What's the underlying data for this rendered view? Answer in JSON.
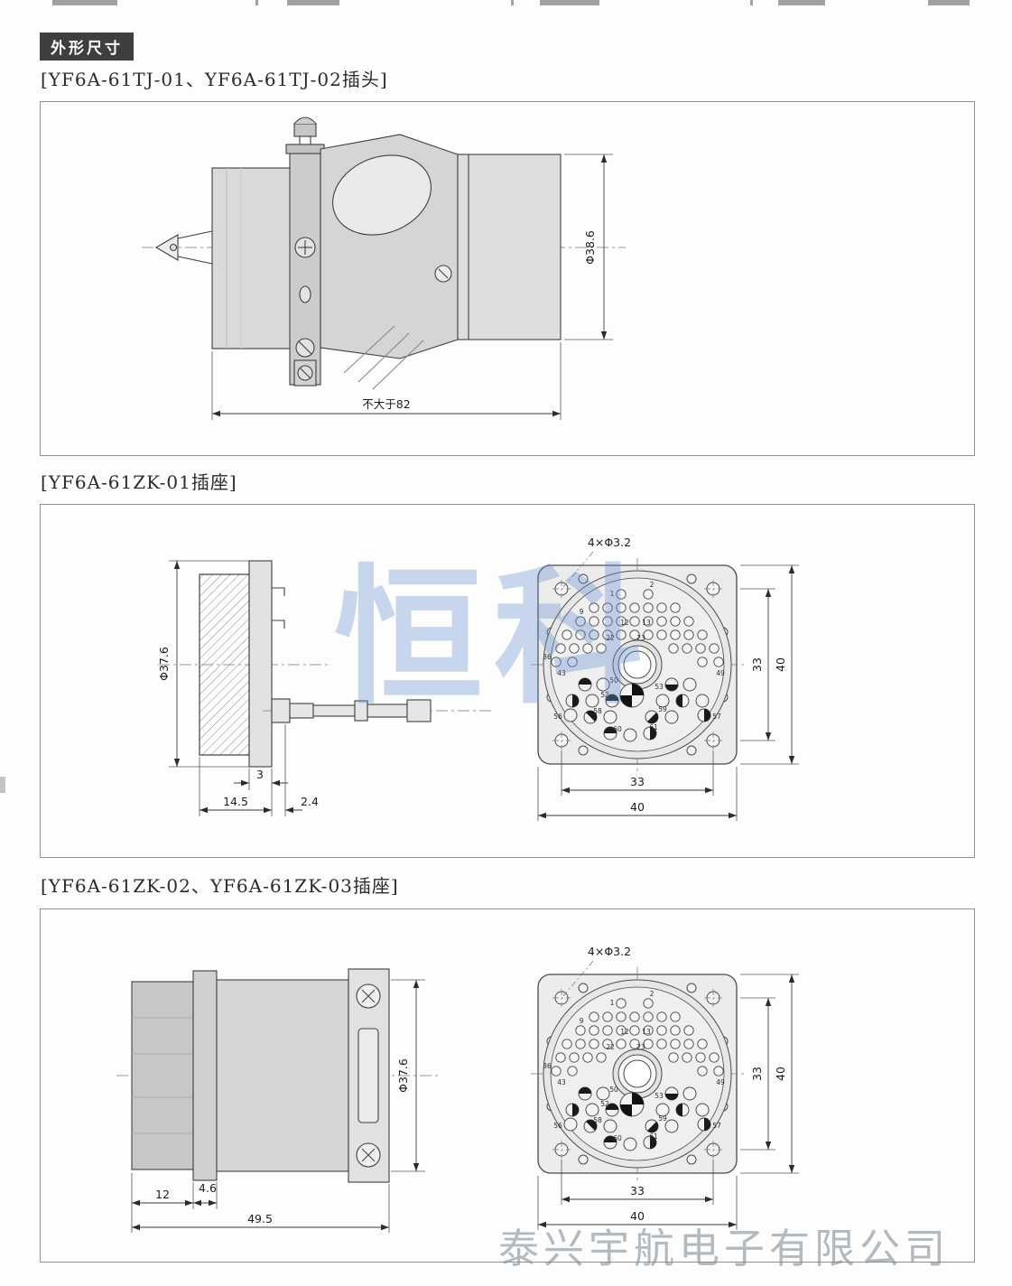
{
  "page": {
    "section_header": "外形尺寸",
    "watermark_center": "恒科",
    "watermark_bottom": "泰兴宇航电子有限公司"
  },
  "figures": [
    {
      "caption": "[YF6A-61TJ-01、YF6A-61TJ-02插头]",
      "dims": {
        "diameter": "Φ38.6",
        "max_length": "不大于82"
      }
    },
    {
      "caption": "[YF6A-61ZK-01插座]",
      "side": {
        "diameter": "Φ37.6",
        "flange_thickness": "3",
        "depth": "14.5",
        "tail": "2.4"
      },
      "front": {
        "mounting_holes": "4×Φ3.2",
        "hole_span_v": "33",
        "height": "40",
        "hole_span_h": "33",
        "width": "40"
      }
    },
    {
      "caption": "[YF6A-61ZK-02、YF6A-61ZK-03插座]",
      "side": {
        "diameter": "Φ37.6",
        "front_len": "12",
        "ring": "4.6",
        "total_len": "49.5"
      },
      "front": {
        "mounting_holes": "4×Φ3.2",
        "hole_span_v": "33",
        "height": "40",
        "hole_span_h": "33",
        "width": "40"
      }
    }
  ],
  "pin_labels": [
    "1",
    "2",
    "9",
    "12",
    "13",
    "22",
    "23",
    "36",
    "43",
    "49",
    "50",
    "52",
    "53",
    "56",
    "57",
    "58",
    "59",
    "60",
    "61"
  ]
}
